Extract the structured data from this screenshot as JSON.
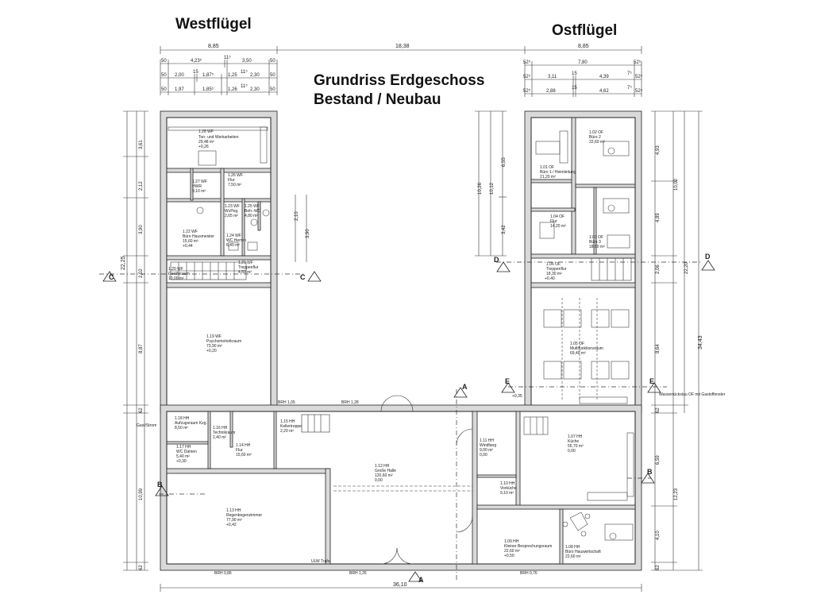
{
  "header": {
    "west_wing": "Westflügel",
    "east_wing": "Ostflügel",
    "title_line1": "Grundriss Erdgeschoss",
    "title_line2": "Bestand / Neubau"
  },
  "dimensions": {
    "top_total": "18,38",
    "top_west": "8,85",
    "top_east": "8,85",
    "bottom_total": "36,10",
    "west_row1": [
      "50",
      "4,23⁵",
      "11⁵",
      "3,50",
      "50"
    ],
    "west_row2": [
      "50",
      "2,00",
      "15",
      "1,87⁵",
      "1,25",
      "11⁵",
      "2,30",
      "50"
    ],
    "west_row3": [
      "50",
      "1,97",
      "1,85⁵",
      "1,26",
      "11⁵",
      "2,30",
      "50"
    ],
    "east_row1": [
      "52⁵",
      "7,80",
      "52⁵"
    ],
    "east_row2": [
      "52⁵",
      "3,11",
      "15",
      "4,39",
      "7⁵",
      "52⁵"
    ],
    "east_row3": [
      "52⁵",
      "2,88",
      "15",
      "4,62",
      "7⁵",
      "52⁵"
    ],
    "left_side": [
      "3,61",
      "2,12",
      "3,90",
      "2,02",
      "8,87",
      "62",
      "10,99",
      "62",
      "22,25"
    ],
    "right_side": [
      "4,93",
      "4,89",
      "2,06",
      "8,64",
      "62",
      "6,59",
      "4,10",
      "62",
      "10,02",
      "22,20",
      "12,23",
      "34,43"
    ],
    "east_left": [
      "10,26",
      "10,12",
      "6,55",
      "3,42"
    ],
    "west_mid": [
      "2,10",
      "3,90"
    ]
  },
  "section_markers": [
    "A",
    "A",
    "B",
    "B",
    "C",
    "C",
    "D",
    "D",
    "E",
    "E"
  ],
  "rooms": {
    "r1_28": {
      "id": "1.28 WF",
      "name": "Ton- und Werkarbeiten",
      "area": "29,48 m²",
      "level": "+0,26"
    },
    "r1_26": {
      "id": "1.26 WF",
      "name": "Flur",
      "area": "7,50 m²"
    },
    "r1_27": {
      "id": "1.27 WF",
      "name": "HWR",
      "area": "9,10 m²"
    },
    "r1_23": {
      "id": "1.23 WF",
      "name": "WcPeg.",
      "area": "2,65 m²"
    },
    "r1_25": {
      "id": "1.25 WF",
      "name": "Beh.-WC",
      "area": "4,80 m²"
    },
    "r1_22": {
      "id": "1.22 WF",
      "name": "Büro Hausmeister",
      "area": "15,60 m²",
      "level": "+0,44"
    },
    "r1_24": {
      "id": "1.24 WF",
      "name": "WC Herren",
      "area": "6,40 m²"
    },
    "r1_21": {
      "id": "1.21 WF",
      "name": "Treppenflur",
      "area": "4,50 m²"
    },
    "r1_20": {
      "id": "1.20 WF",
      "name": "Geräteraum",
      "area": "10,00 m²"
    },
    "r1_19": {
      "id": "1.19 WF",
      "name": "Psychomotorikraum",
      "area": "73,90 m²",
      "level": "+0,20"
    },
    "r1_18": {
      "id": "1.18 HH",
      "name": "Aufzugsraum Kzg.",
      "area": "8,50 m²"
    },
    "r1_16": {
      "id": "1.16 HH",
      "name": "Technikraum",
      "area": "2,40 m²"
    },
    "r1_15": {
      "id": "1.15 HH",
      "name": "Kellertreppe",
      "area": "2,20 m²"
    },
    "r1_17": {
      "id": "1.17 HH",
      "name": "WC Damen",
      "area": "5,40 m²",
      "level": "+0,30"
    },
    "r1_14": {
      "id": "1.14 HH",
      "name": "Flur",
      "area": "15,60 m²"
    },
    "r1_12": {
      "id": "1.12 HH",
      "name": "Große Halle",
      "area": "120,60 m²",
      "level": "0,00"
    },
    "r1_13": {
      "id": "1.13 HH",
      "name": "Regenbogenzimmer",
      "area": "77,90 m²",
      "level": "+0,42"
    },
    "r1_11": {
      "id": "1.11 HH",
      "name": "Windfang",
      "area": "9,00 m²",
      "level": "0,00"
    },
    "r1_10": {
      "id": "1.10 HH",
      "name": "Vorküche",
      "area": "9,10 m²"
    },
    "r1_09": {
      "id": "1.09 HH",
      "name": "Kleiner Besprechungsraum",
      "area": "22,60 m²",
      "level": "+0,50"
    },
    "r1_07": {
      "id": "1.07 HH",
      "name": "Küche",
      "area": "55,70 m²",
      "level": "0,00"
    },
    "r1_08": {
      "id": "1.08 HH",
      "name": "Büro Hauswirtschaft",
      "area": "22,60 m²"
    },
    "r1_01": {
      "id": "1.01 OF",
      "name": "Büro 1 / Heimleitung",
      "area": "21,20 m²"
    },
    "r1_02": {
      "id": "1.02 OF",
      "name": "Büro 2",
      "area": "22,60 m²"
    },
    "r1_04": {
      "id": "1.04 OF",
      "name": "Flur",
      "area": "14,20 m²"
    },
    "r1_03": {
      "id": "1.03 OF",
      "name": "Büro 3",
      "area": "18,80 m²"
    },
    "r1_06": {
      "id": "1.06 OF",
      "name": "Treppenflur",
      "area": "18,30 m²"
    },
    "r1_05": {
      "id": "1.05 OF",
      "name": "Multifunktionsraum",
      "area": "69,40 m²"
    }
  },
  "notes": {
    "n1": "Gast/Strom",
    "n2": "Wasserrückstau OF mit Gastoffenster",
    "n3": "+0,40",
    "n4": "+0,35",
    "n5": "ULW Trafo"
  },
  "legend_marks": [
    "BRH 1,28",
    "BRH 0,86",
    "BRH 1,26",
    "BRH 0,76",
    "BRH 1,05"
  ]
}
